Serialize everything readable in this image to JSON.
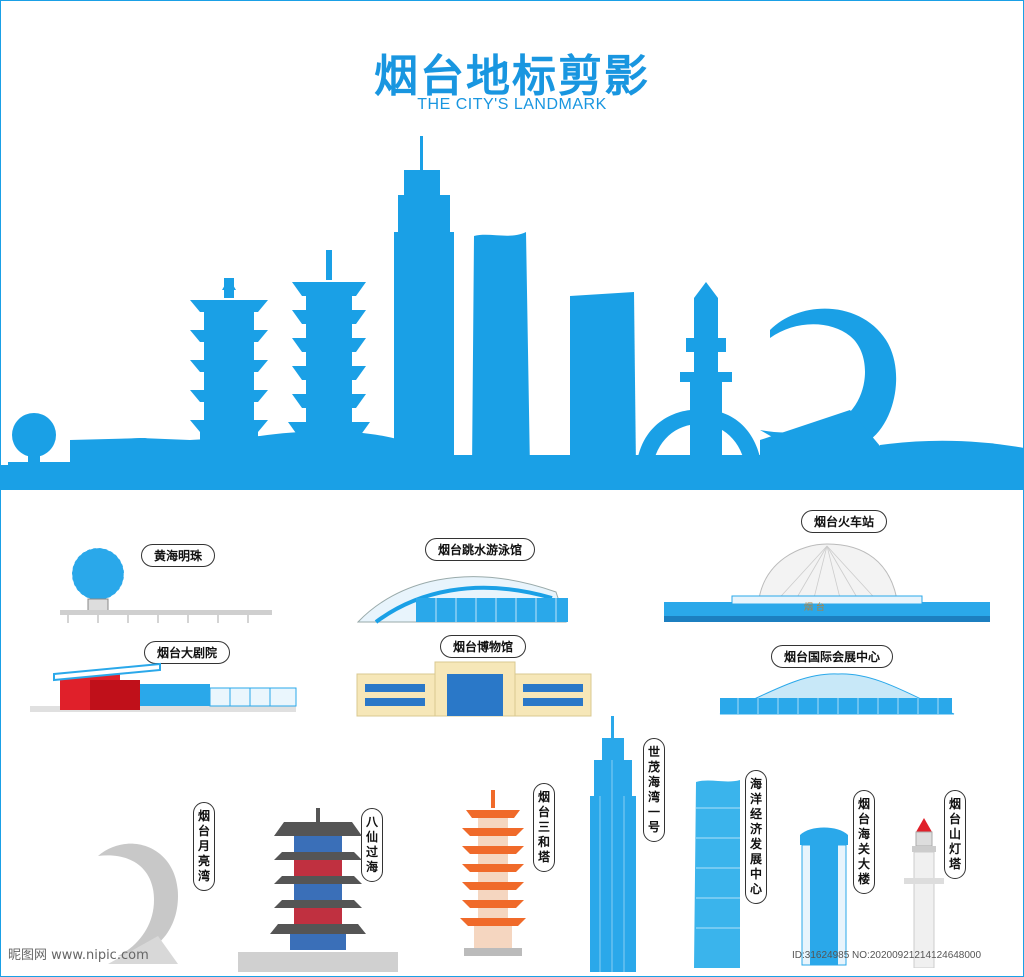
{
  "header": {
    "title": "烟台地标剪影",
    "subtitle": "THE CITY'S LANDMARK"
  },
  "colors": {
    "primary": "#1996e0",
    "skyline": "#1aa0e6",
    "red": "#e0202a",
    "orange": "#f06a2a",
    "gray": "#b8b8b8",
    "cream": "#f6e7b8"
  },
  "landmarks": {
    "pearl": "黄海明珠",
    "diving": "烟台跳水游泳馆",
    "station": "烟台火车站",
    "theater": "烟台大剧院",
    "museum": "烟台博物馆",
    "expo": "烟台国际会展中心",
    "moon": "烟台月亮湾",
    "baxian": "八仙过海",
    "sanhe": "烟台三和塔",
    "shimao": "世茂海湾一号",
    "ocean": "海洋经济发展中心",
    "customs": "烟台海关大楼",
    "lighthouse": "烟台山灯塔"
  },
  "station_sign": "烟 台",
  "footer": {
    "watermark": "昵图网 www.nipic.com",
    "id": "ID:31624985 NO:20200921214124648000"
  }
}
